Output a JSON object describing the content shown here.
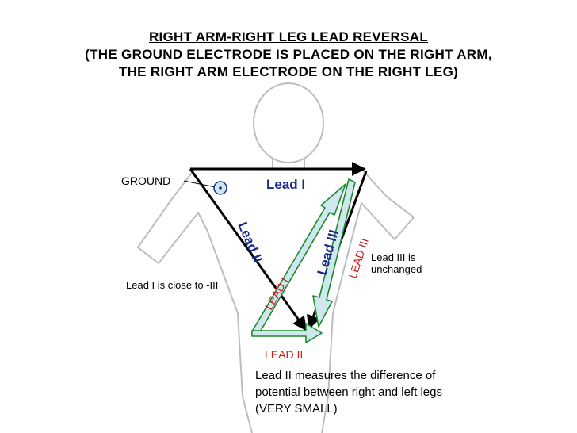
{
  "title": {
    "line1": "RIGHT ARM-RIGHT LEG LEAD REVERSAL",
    "line2": "(THE GROUND ELECTRODE IS PLACED ON  THE RIGHT ARM,",
    "line3": "THE RIGHT ARM ELECTRODE ON THE RIGHT LEG)"
  },
  "labels": {
    "ground": "GROUND",
    "lead_i_blue": "Lead I",
    "lead_ii_blue": "Lead II",
    "lead_iii_blue": "Lead III",
    "lead_i_red": "LEAD I",
    "lead_ii_red": "LEAD II",
    "lead_iii_red": "LEAD III"
  },
  "notes": {
    "lead_iii_unchanged_1": "Lead III is",
    "lead_iii_unchanged_2": "unchanged",
    "lead_i_close": "Lead I is close to  -III",
    "lead_ii_1": "Lead II measures the difference of",
    "lead_ii_2": "potential between right and left legs",
    "lead_ii_3": "(VERY SMALL)"
  },
  "colors": {
    "blue_label": "#1a2a8a",
    "red_label": "#cc1a1a",
    "arrow_fill": "#cfe8f0",
    "arrow_stroke": "#1a8a2a",
    "body_outline": "#bdbdbd"
  }
}
